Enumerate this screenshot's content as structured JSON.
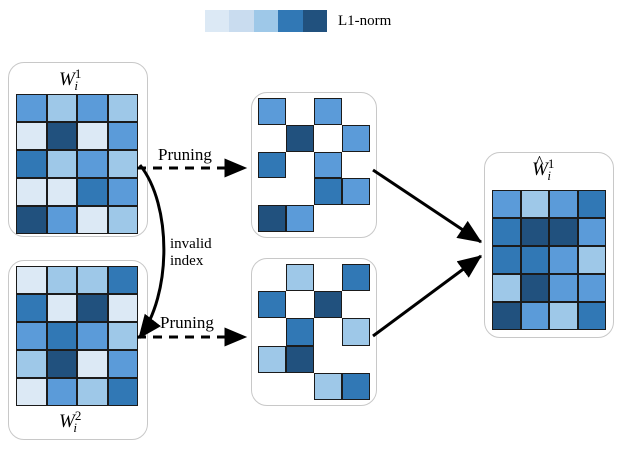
{
  "legend": {
    "label": "L1-norm",
    "colors": [
      "#dce9f5",
      "#c9dcef",
      "#9ec8e8",
      "#3178b5",
      "#21517e"
    ]
  },
  "palette": {
    "p1": "#dce9f5",
    "p2": "#c9dcef",
    "p3": "#9ec8e8",
    "p4": "#5b9bd9",
    "p5": "#3178b5",
    "p6": "#21517e",
    "empty": "#ffffff",
    "card_border": "#c8c8c8",
    "cell_border": "#1b1b1b",
    "arrow": "#000000"
  },
  "captions": {
    "w1": {
      "base": "W",
      "sub": "i",
      "sup": "1",
      "hat": false
    },
    "w2": {
      "base": "W",
      "sub": "i",
      "sup": "2",
      "hat": false
    },
    "what1": {
      "base": "W",
      "sub": "i",
      "sup": "1",
      "hat": true
    }
  },
  "labels": {
    "pruning_top": "Pruning",
    "pruning_bottom": "Pruning",
    "invalid_index_line1": "invalid",
    "invalid_index_line2": "index"
  },
  "matrices": {
    "w1": {
      "rows": 5,
      "cols": 4,
      "cells": [
        [
          "p4",
          "p3",
          "p4",
          "p3"
        ],
        [
          "p1",
          "p6",
          "p1",
          "p4"
        ],
        [
          "p5",
          "p3",
          "p4",
          "p3"
        ],
        [
          "p1",
          "p1",
          "p5",
          "p4"
        ],
        [
          "p6",
          "p4",
          "p1",
          "p3"
        ]
      ]
    },
    "w2": {
      "rows": 5,
      "cols": 4,
      "cells": [
        [
          "p1",
          "p3",
          "p3",
          "p5"
        ],
        [
          "p5",
          "p1",
          "p6",
          "p1"
        ],
        [
          "p4",
          "p5",
          "p4",
          "p3"
        ],
        [
          "p3",
          "p6",
          "p1",
          "p4"
        ],
        [
          "p1",
          "p4",
          "p3",
          "p5"
        ]
      ]
    },
    "w1_pruned": {
      "rows": 5,
      "cols": 4,
      "cells": [
        [
          "p4",
          "empty",
          "p4",
          "empty"
        ],
        [
          "empty",
          "p6",
          "empty",
          "p4"
        ],
        [
          "p5",
          "empty",
          "p4",
          "empty"
        ],
        [
          "empty",
          "empty",
          "p5",
          "p4"
        ],
        [
          "p6",
          "p4",
          "empty",
          "empty"
        ]
      ]
    },
    "w2_pruned": {
      "rows": 5,
      "cols": 4,
      "cells": [
        [
          "empty",
          "p3",
          "empty",
          "p5"
        ],
        [
          "p5",
          "empty",
          "p6",
          "empty"
        ],
        [
          "empty",
          "p5",
          "empty",
          "p3"
        ],
        [
          "p3",
          "p6",
          "empty",
          "empty"
        ],
        [
          "empty",
          "empty",
          "p3",
          "p5"
        ]
      ]
    },
    "w1_hat": {
      "rows": 5,
      "cols": 4,
      "cells": [
        [
          "p4",
          "p3",
          "p4",
          "p5"
        ],
        [
          "p5",
          "p6",
          "p6",
          "p4"
        ],
        [
          "p5",
          "p5",
          "p4",
          "p3"
        ],
        [
          "p3",
          "p6",
          "p4",
          "p4"
        ],
        [
          "p6",
          "p4",
          "p3",
          "p5"
        ]
      ]
    }
  }
}
